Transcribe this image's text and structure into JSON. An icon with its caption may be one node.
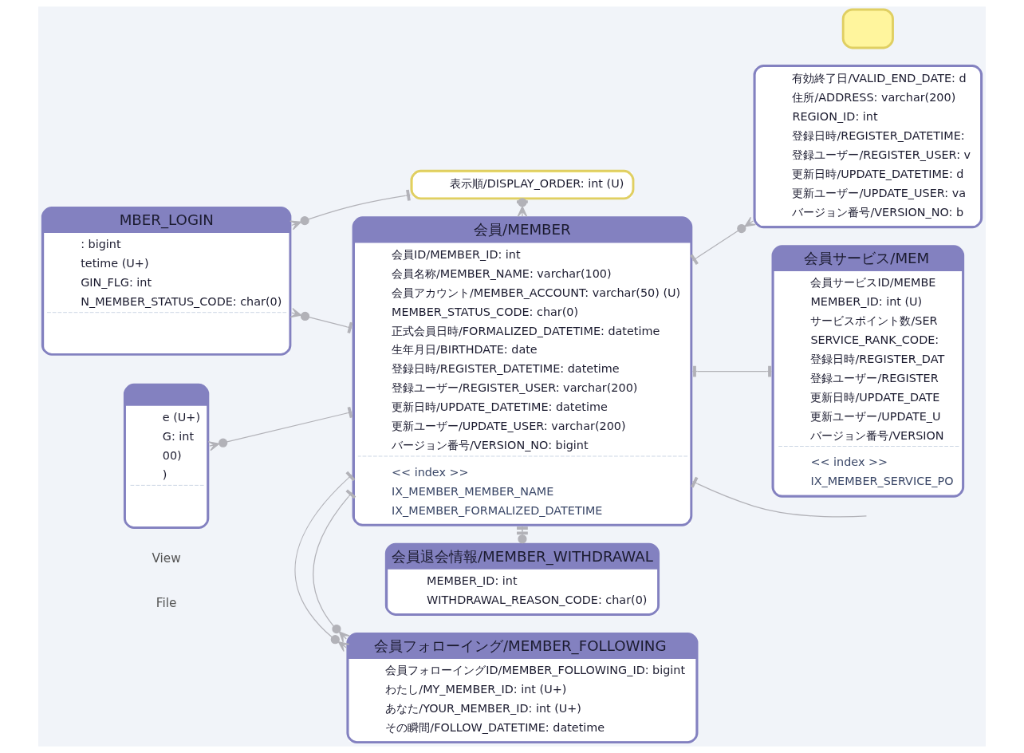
{
  "diagram": {
    "nodes": [
      {
        "text": [
          "表示順/DISPLAY_ORDER: int (U)"
        ]
      },
      {
        "text": [
          "有効終了日/VALID_END_DATE: d",
          "住所/ADDRESS: varchar(200)",
          "REGION_ID: int",
          "登録日時/REGISTER_DATETIME:",
          "登録ユーザー/REGISTER_USER: v",
          "更新日時/UPDATE_DATETIME: d",
          "更新ユーザー/UPDATE_USER: va",
          "バージョン番号/VERSION_NO: b"
        ]
      },
      {
        "text": [
          "MBER_LOGIN",
          ": bigint",
          "tetime (U+)",
          "GIN_FLG: int",
          "N_MEMBER_STATUS_CODE: char(0)"
        ]
      },
      {
        "text": [
          "会員/MEMBER",
          "会員ID/MEMBER_ID: int",
          "会員名称/MEMBER_NAME: varchar(100)",
          "会員アカウント/MEMBER_ACCOUNT: varchar(50) (U)",
          "MEMBER_STATUS_CODE: char(0)",
          "正式会員日時/FORMALIZED_DATETIME: datetime",
          "生年月日/BIRTHDATE: date",
          "登録日時/REGISTER_DATETIME: datetime",
          "登録ユーザー/REGISTER_USER: varchar(200)",
          "更新日時/UPDATE_DATETIME: datetime",
          "更新ユーザー/UPDATE_USER: varchar(200)",
          "バージョン番号/VERSION_NO: bigint",
          "<< index >>",
          "IX_MEMBER_MEMBER_NAME",
          "IX_MEMBER_FORMALIZED_DATETIME"
        ]
      },
      {
        "text": [
          "e (U+)",
          "G: int",
          "00)",
          ")"
        ]
      },
      {
        "text": [
          "会員サービス/MEM",
          "会員サービスID/MEMBE",
          "MEMBER_ID: int (U)",
          "サービスポイント数/SER",
          "SERVICE_RANK_CODE:",
          "登録日時/REGISTER_DAT",
          "登録ユーザー/REGISTER",
          "更新日時/UPDATE_DATE",
          "更新ユーザー/UPDATE_U",
          "バージョン番号/VERSION",
          "<< index >>",
          "IX_MEMBER_SERVICE_PO"
        ]
      },
      {
        "text": [
          "会員フォローイング/MEMBER_FOLLOWING",
          "会員フォローイングID/MEMBER_FOLLOWING_ID: bigint",
          "わたし/MY_MEMBER_ID: int (U+)",
          "あなた/YOUR_MEMBER_ID: int (U+)",
          "その瞬間/FOLLOW_DATETIME: datetime"
        ]
      },
      {
        "text": [
          "会員退会情報/MEMBER_WITHDRAWAL",
          "MEMBER_ID: int",
          "WITHDRAWAL_REASON_CODE: char(0)"
        ]
      },
      {
        "text": [],
        "shape": "box"
      }
    ],
    "edges": [
      {
        "from": 0,
        "to": 2,
        "arrow": "other"
      },
      {
        "from": 0,
        "to": 3,
        "arrow": "other"
      },
      {
        "from": 3,
        "to": 1,
        "arrow": "other"
      },
      {
        "from": 3,
        "to": 2,
        "arrow": "other"
      },
      {
        "from": 3,
        "to": null,
        "arrow": "other"
      },
      {
        "from": 3,
        "to": 5,
        "arrow": "other"
      },
      {
        "from": 3,
        "to": 4,
        "arrow": "other"
      },
      {
        "from": 3,
        "to": 6,
        "arrow": "other"
      },
      {
        "from": 3,
        "to": 6,
        "arrow": "other"
      },
      {
        "from": 3,
        "to": 7,
        "arrow": "other"
      }
    ],
    "labels": [
      "File",
      "View"
    ]
  }
}
